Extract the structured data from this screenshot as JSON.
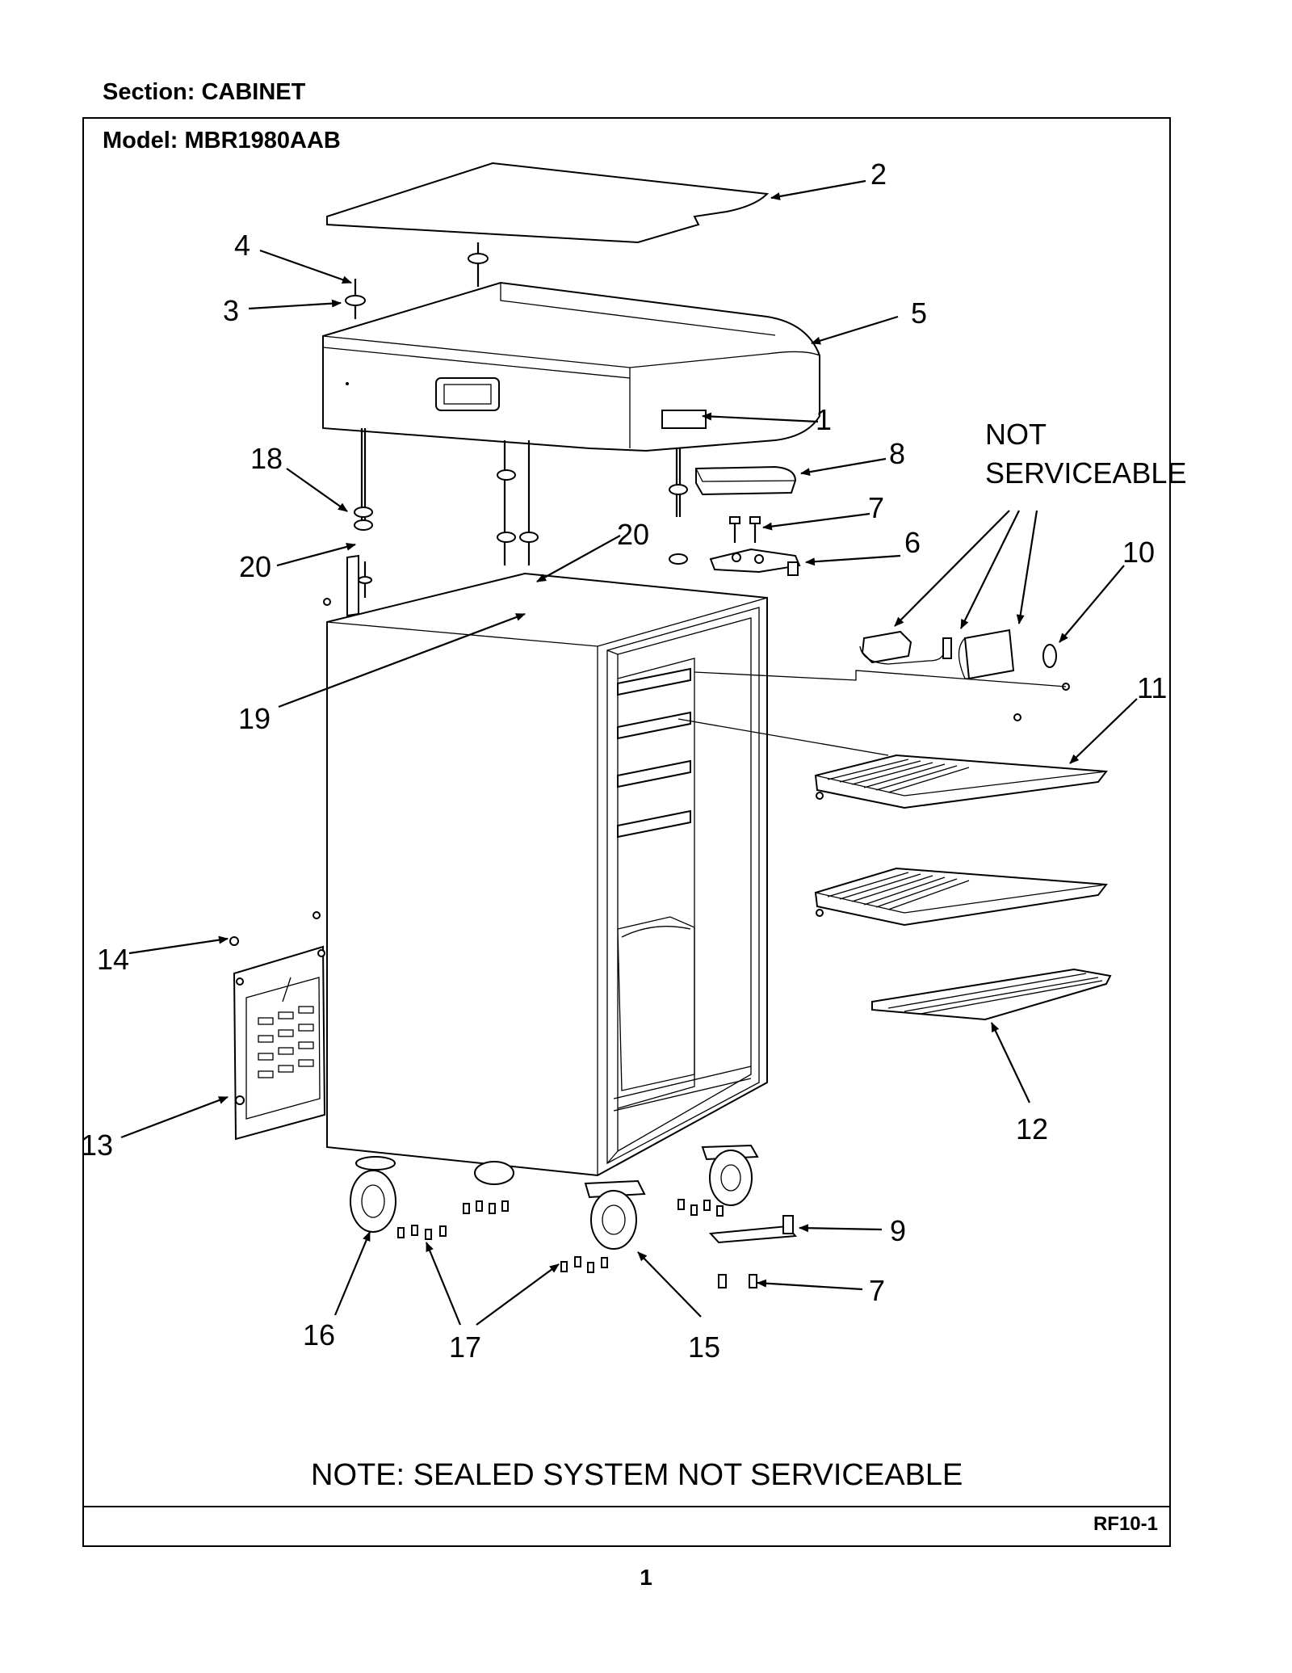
{
  "header": {
    "section_label": "Section:  CABINET",
    "model_label": "Model:  MBR1980AAB"
  },
  "diagram": {
    "callouts": [
      "1",
      "2",
      "3",
      "4",
      "5",
      "6",
      "7",
      "8",
      "9",
      "10",
      "11",
      "12",
      "13",
      "14",
      "15",
      "16",
      "17",
      "18",
      "19",
      "20"
    ],
    "not_serviceable_line1": "NOT",
    "not_serviceable_line2": "SERVICEABLE",
    "note": "NOTE:  SEALED SYSTEM NOT SERVICEABLE"
  },
  "footer": {
    "page_code": "RF10-1",
    "page_number": "1"
  }
}
